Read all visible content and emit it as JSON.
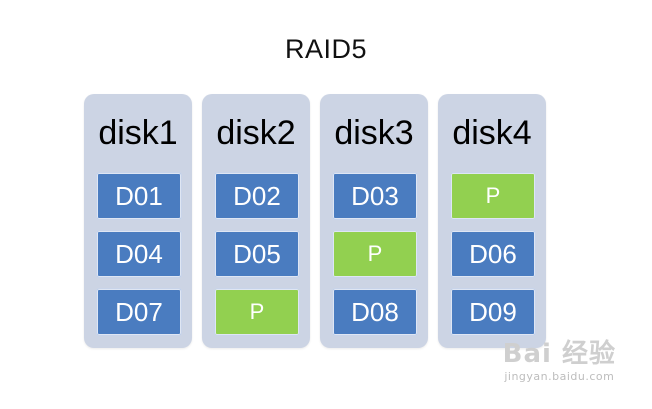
{
  "title": "RAID5",
  "colors": {
    "disk_bg": "#ccd4e4",
    "data_block": "#4a7cc0",
    "parity_block": "#92d050"
  },
  "disks": [
    {
      "label": "disk1",
      "blocks": [
        {
          "text": "D01",
          "type": "data"
        },
        {
          "text": "D04",
          "type": "data"
        },
        {
          "text": "D07",
          "type": "data"
        }
      ]
    },
    {
      "label": "disk2",
      "blocks": [
        {
          "text": "D02",
          "type": "data"
        },
        {
          "text": "D05",
          "type": "data"
        },
        {
          "text": "P",
          "type": "parity"
        }
      ]
    },
    {
      "label": "disk3",
      "blocks": [
        {
          "text": "D03",
          "type": "data"
        },
        {
          "text": "P",
          "type": "parity"
        },
        {
          "text": "D08",
          "type": "data"
        }
      ]
    },
    {
      "label": "disk4",
      "blocks": [
        {
          "text": "P",
          "type": "parity"
        },
        {
          "text": "D06",
          "type": "data"
        },
        {
          "text": "D09",
          "type": "data"
        }
      ]
    }
  ],
  "watermark": {
    "logo": "Bai 经验",
    "url": "jingyan.baidu.com",
    "icon": "paw-icon"
  }
}
